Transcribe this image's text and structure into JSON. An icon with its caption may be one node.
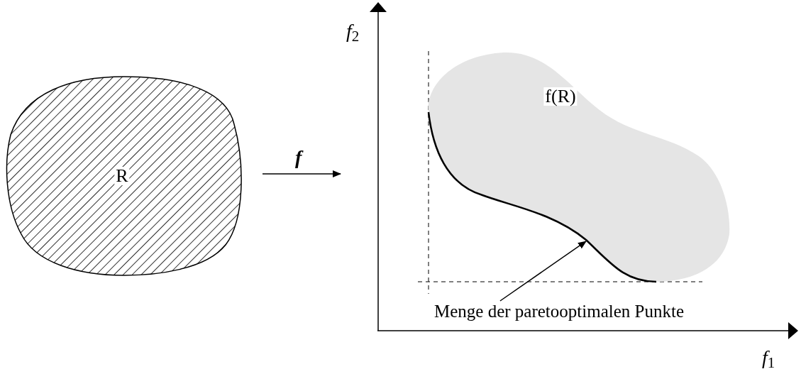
{
  "diagram": {
    "nodes": [
      {
        "text": [
          "R"
        ]
      },
      {
        "text": [
          "f(R)"
        ]
      },
      {
        "text": [],
        "shape": "curve",
        "in": 1
      },
      {
        "text": [
          "Menge der paretooptimalen Punkte"
        ]
      }
    ],
    "edges": [
      {
        "from": 3,
        "to": 2,
        "arrow": "to"
      }
    ],
    "labels": [
      "f",
      "*f*$_{2}$",
      "*f*$_{1}$"
    ]
  }
}
